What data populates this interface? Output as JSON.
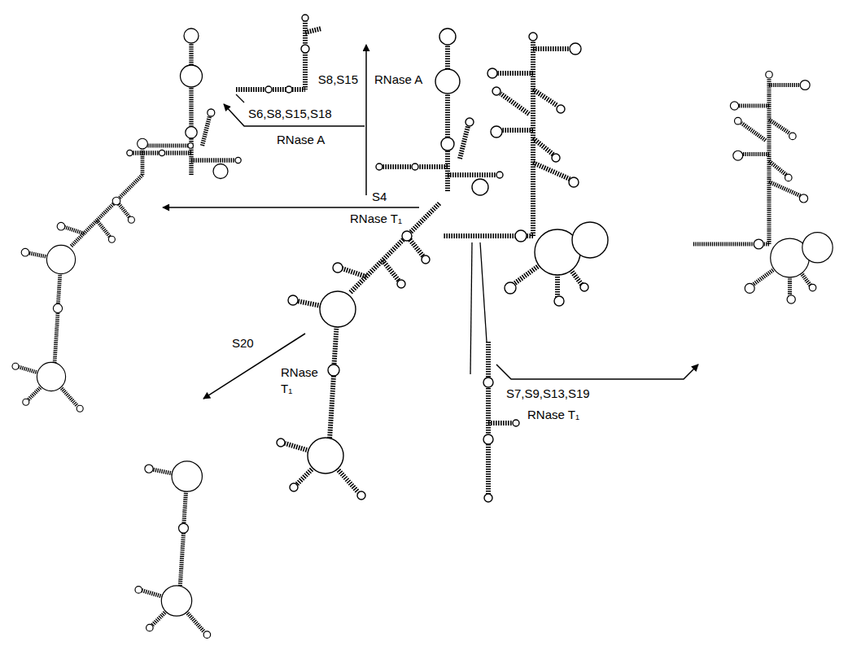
{
  "diagram": {
    "labels": [
      "S8,S15",
      "RNase A",
      "S6,S8,S15,S18",
      "RNase A",
      "S4",
      "RNase T₁",
      "S20",
      "RNase T₁",
      "S7,S9,S13,S19",
      "RNase T₁"
    ]
  }
}
